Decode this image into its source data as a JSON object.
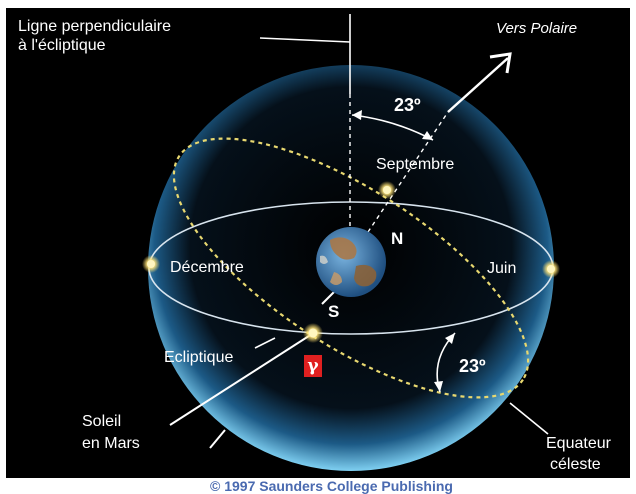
{
  "labels": {
    "perp_line_1": "Ligne perpendiculaire",
    "perp_line_2": "à l'écliptique",
    "polaris": "Vers Polaire",
    "angle_top": "23º",
    "september": "Septembre",
    "north": "N",
    "south": "S",
    "december": "Décembre",
    "june": "Juin",
    "ecliptic": "Ecliptique",
    "aries_symbol": "γ",
    "angle_bottom": "23º",
    "sun_1": "Soleil",
    "sun_2": "en Mars",
    "equator_1": "Equateur",
    "equator_2": "céleste",
    "copyright": "© 1997 Saunders College Publishing"
  },
  "colors": {
    "sphere_edge": "#4aa8d8",
    "orbit_dashed": "#e8d870",
    "sun": "#ffe680",
    "earth_ocean": "#3a78b0",
    "earth_land": "#a87848",
    "aries_box": "#e02020"
  }
}
